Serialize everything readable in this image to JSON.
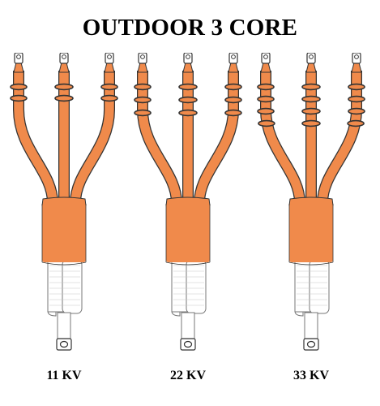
{
  "title": "OUTDOOR 3 CORE",
  "colors": {
    "sleeve": "#F08A4B",
    "outline": "#333333",
    "cable": "#ffffff",
    "cable_outline": "#777777",
    "lug": "#ffffff",
    "background": "#ffffff"
  },
  "kits": [
    {
      "label": "11 KV",
      "sheds_per_core": 2
    },
    {
      "label": "22 KV",
      "sheds_per_core": 3
    },
    {
      "label": "33 KV",
      "sheds_per_core": 4
    }
  ]
}
